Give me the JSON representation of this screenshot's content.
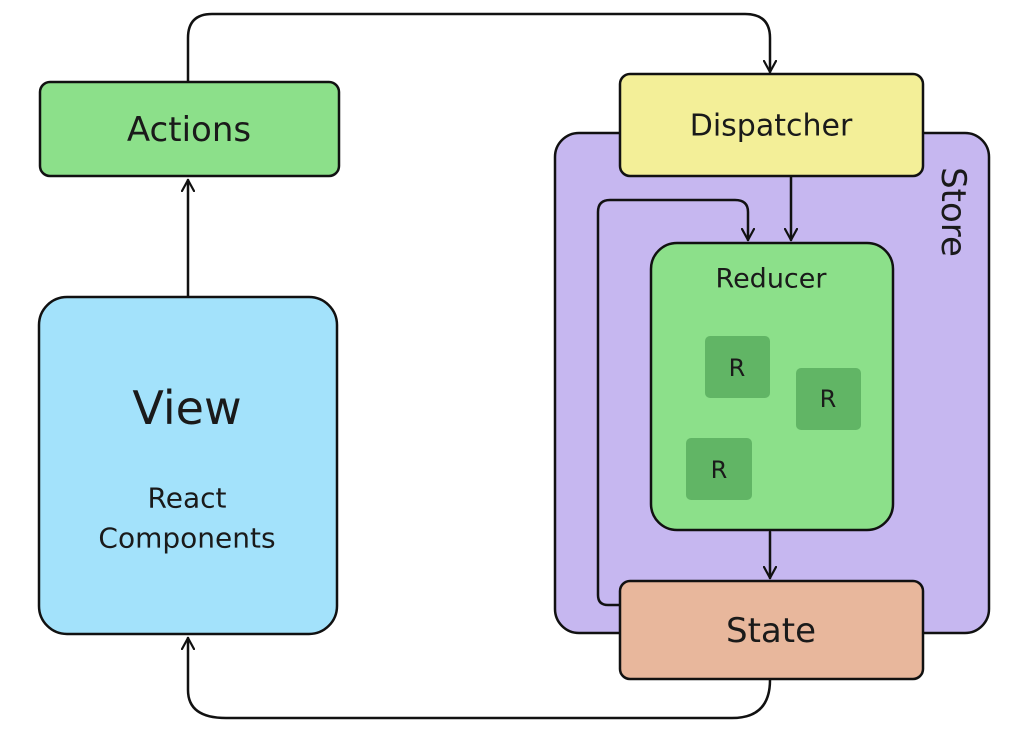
{
  "nodes": {
    "actions": {
      "label": "Actions"
    },
    "view": {
      "title": "View",
      "subtitle_line1": "React",
      "subtitle_line2": "Components"
    },
    "dispatcher": {
      "label": "Dispatcher"
    },
    "store": {
      "label": "Store"
    },
    "reducer": {
      "label": "Reducer",
      "sub_reducers": [
        "R",
        "R",
        "R"
      ]
    },
    "state": {
      "label": "State"
    }
  },
  "colors": {
    "actions": "#8ce08a",
    "view": "#a3e2fb",
    "dispatcher": "#f3ef98",
    "store": "#c6b7f0",
    "reducer": "#8ce08a",
    "sub_reducer": "#61b565",
    "state": "#e8b79c"
  }
}
